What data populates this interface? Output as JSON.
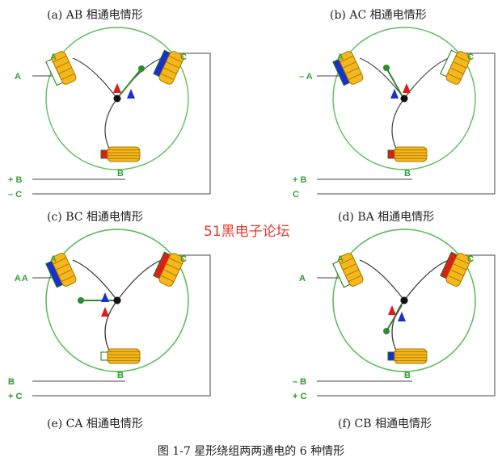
{
  "panels": [
    {
      "caption": "(a) AB 相通电情形",
      "terminals": {
        "A": "A",
        "B": "B",
        "C": "C"
      },
      "signs": {
        "A": "",
        "B": "+",
        "C": "–"
      },
      "colors": {
        "A": "#ffffff",
        "B": "#e01b1b",
        "C": "#1a2fd0"
      }
    },
    {
      "caption": "(b) AC 相通电情形",
      "terminals": {
        "A": "A",
        "B": "B",
        "C": "C"
      },
      "signs": {
        "A": "–",
        "B": "+",
        "C": ""
      },
      "colors": {
        "A": "#1a2fd0",
        "B": "#e01b1b",
        "C": "#ffffff"
      }
    },
    {
      "caption": "(c) BC 相通电情形",
      "terminals": {
        "A": "A",
        "B": "B",
        "C": "C"
      },
      "signs": {
        "A": "–",
        "B": "",
        "C": "+"
      },
      "colors": {
        "A": "#1a2fd0",
        "B": "#ffffff",
        "C": "#e01b1b"
      }
    },
    {
      "caption": "(d) BA  相通电情形",
      "terminals": {
        "A": "A",
        "B": "B",
        "C": "C"
      },
      "signs": {
        "A": "",
        "B": "–",
        "C": "+"
      },
      "colors": {
        "A": "#ffffff",
        "B": "#1a2fd0",
        "C": "#e01b1b"
      }
    }
  ],
  "panels_extra": [
    {
      "caption": "(e) CA  相通电情形"
    },
    {
      "caption": "(f) CB 相通电情形"
    }
  ],
  "watermark": "51黑电子论坛",
  "figure_caption": "图 1-7  星形绕组两两通电的 6 种情形",
  "colors": {
    "circle": "#5cbf5c",
    "coil": "#f5b81c",
    "coil_edge": "#b07a00",
    "wire": "#444444",
    "field": "#2e8b2e"
  }
}
